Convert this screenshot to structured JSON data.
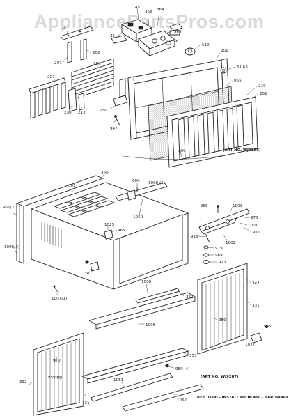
{
  "watermark": "AppliancePartsPros.com",
  "art_numbers": {
    "upper": "(ART NO. WJ9286)",
    "lower": "(ART NO. WJ9287)"
  },
  "footer_note": "REF. 1000 - INSTALLATION KIT - HARDWARE",
  "upper_callouts": [
    "45",
    "368",
    "364",
    "35",
    "565",
    "967",
    "510",
    "4",
    "206",
    "207",
    "201",
    "61,65",
    "209",
    "207",
    "055",
    "219",
    "202",
    "230",
    "213",
    "230",
    "947",
    "200"
  ],
  "lower_callouts": [
    "300",
    "301",
    "600",
    "1008 (2)",
    "961(7)",
    "1050",
    "965",
    "1003",
    "975",
    "1025",
    "965",
    "1001",
    "971",
    "918",
    "1002",
    "1005(3)",
    "919",
    "969",
    "923",
    "307",
    "1006",
    "342",
    "1007(1)",
    "362",
    "331",
    "959",
    "1006",
    "965",
    "1027",
    "970",
    "353",
    "959 (8)",
    "950 (4)",
    "332",
    "1051",
    "331",
    "1052"
  ]
}
